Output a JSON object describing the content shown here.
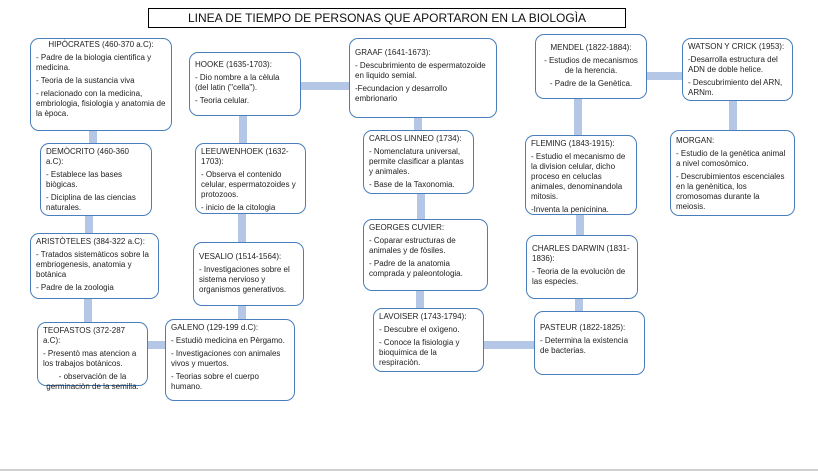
{
  "title": "LINEA DE TIEMPO DE PERSONAS QUE APORTARON EN LA BIOLOGÌA",
  "colors": {
    "border": "#4a7ebb",
    "connector": "#b4c7e7"
  },
  "nodes": {
    "hipocrates": {
      "heading": "HIPÒCRATES (460-370 a.C):",
      "lines": [
        "- Padre de la biologia cientifica y medicina.",
        "- Teoria de la sustancia viva",
        "- relacionado con la medicina, embriologia, fisiologia y anatomia de la època."
      ]
    },
    "democrito": {
      "heading": "DEMÒCRITO (460-360 a.C):",
      "lines": [
        "- Establece las bases biògicas.",
        "- Diciplina de las ciencias naturales."
      ]
    },
    "aristoteles": {
      "heading": "ARISTÒTELES (384-322 a.C):",
      "lines": [
        "- Tratados sistemàticos sobre la embriogenesis, anatomia y botànica",
        "- Padre de la zoologia"
      ]
    },
    "teofastos": {
      "heading": "TEOFASTOS (372-287 a.C):",
      "lines": [
        "- Presentò mas atencion a los trabajos botànicos.",
        "- observaciòn de la germinaciòn de la semilla."
      ]
    },
    "hooke": {
      "heading": "HOOKE (1635-1703):",
      "lines": [
        "- Dio nombre a la cèlula (del latin (\"cella\").",
        "- Teoria celular."
      ]
    },
    "leeuwenhoek": {
      "heading": "LEEUWENHOEK (1632-1703):",
      "lines": [
        "- Observa el contenido celular, espermatozoides y protozoos.",
        "- inicio de la citologia"
      ]
    },
    "vesalio": {
      "heading": "VESALIO (1514-1564):",
      "lines": [
        "- Investigaciones sobre el sistema nervioso y organismos generativos."
      ]
    },
    "galeno": {
      "heading": "GALENO (129-199 d.C):",
      "lines": [
        "- Estudiò medicina en Pèrgamo.",
        "- Investigaciones con animales vivos y muertos.",
        "- Teorias sobre el cuerpo humano."
      ]
    },
    "graaf": {
      "heading": "GRAAF (1641-1673):",
      "lines": [
        "- Descubrimiento de espermatozoide en liquido semial.",
        "-Fecundacion y desarrollo embrionario"
      ]
    },
    "linneo": {
      "heading": "CARLOS LINNEO (1734):",
      "lines": [
        "- Nomenclatura universal, permite clasificar a plantas y animales.",
        "- Base de la Taxonomia."
      ]
    },
    "cuvier": {
      "heading": "GEORGES CUVIER:",
      "lines": [
        "- Coparar estructuras de animales y de fòsiles.",
        "- Padre de la anatomia comprada y paleontologia."
      ]
    },
    "lavoiser": {
      "heading": "LAVOISER (1743-1794):",
      "lines": [
        "- Descubre el oxìgeno.",
        "- Conoce la fisiologia y bioquimica de la respiraciòn."
      ]
    },
    "mendel": {
      "heading": "MENDEL (1822-1884):",
      "lines": [
        "- Estudios de mecanismos de la herencia.",
        "- Padre de la Genètica."
      ]
    },
    "fleming": {
      "heading": "FLEMING (1843-1915):",
      "lines": [
        "- Estudio el mecanismo de la division celular, dicho proceso en celuclas animales, denominandola mitosis.",
        "-Inventa la penicinina."
      ]
    },
    "darwin": {
      "heading": "CHARLES DARWIN (1831-1836):",
      "lines": [
        "- Teoria de la evoluciòn de las especies."
      ]
    },
    "pasteur": {
      "heading": "PASTEUR (1822-1825):",
      "lines": [
        "- Determina la existencia de bacterias."
      ]
    },
    "watson": {
      "heading": "WATSON Y CRICK (1953):",
      "lines": [
        "-Desarrolla  estructura del ADN de doble helice.",
        "- Descubrimiento del ARN, ARNm."
      ]
    },
    "morgan": {
      "heading": "MORGAN:",
      "lines": [
        "- Estudio de la genètica animal a nivel comosòmico.",
        "- Descrubimientos escenciales en la genènitica, los cromosomas durante la meiosis."
      ]
    }
  }
}
